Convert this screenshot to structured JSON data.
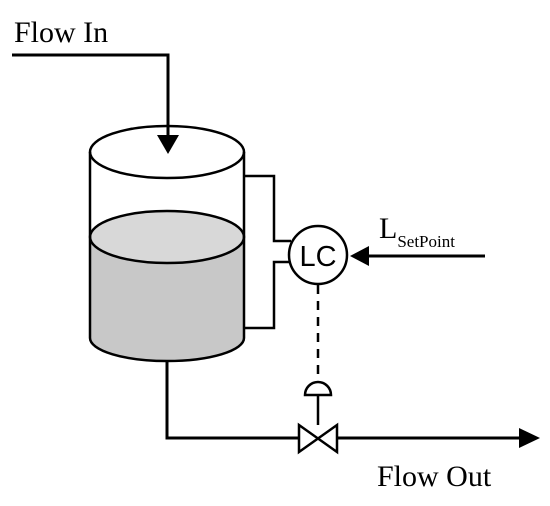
{
  "labels": {
    "flow_in": "Flow In",
    "flow_out": "Flow Out",
    "controller": "LC",
    "setpoint_main": "L",
    "setpoint_sub": "SetPoint"
  },
  "colors": {
    "line": "#000000",
    "liquid": "#c8c8c8",
    "background": "#ffffff"
  }
}
